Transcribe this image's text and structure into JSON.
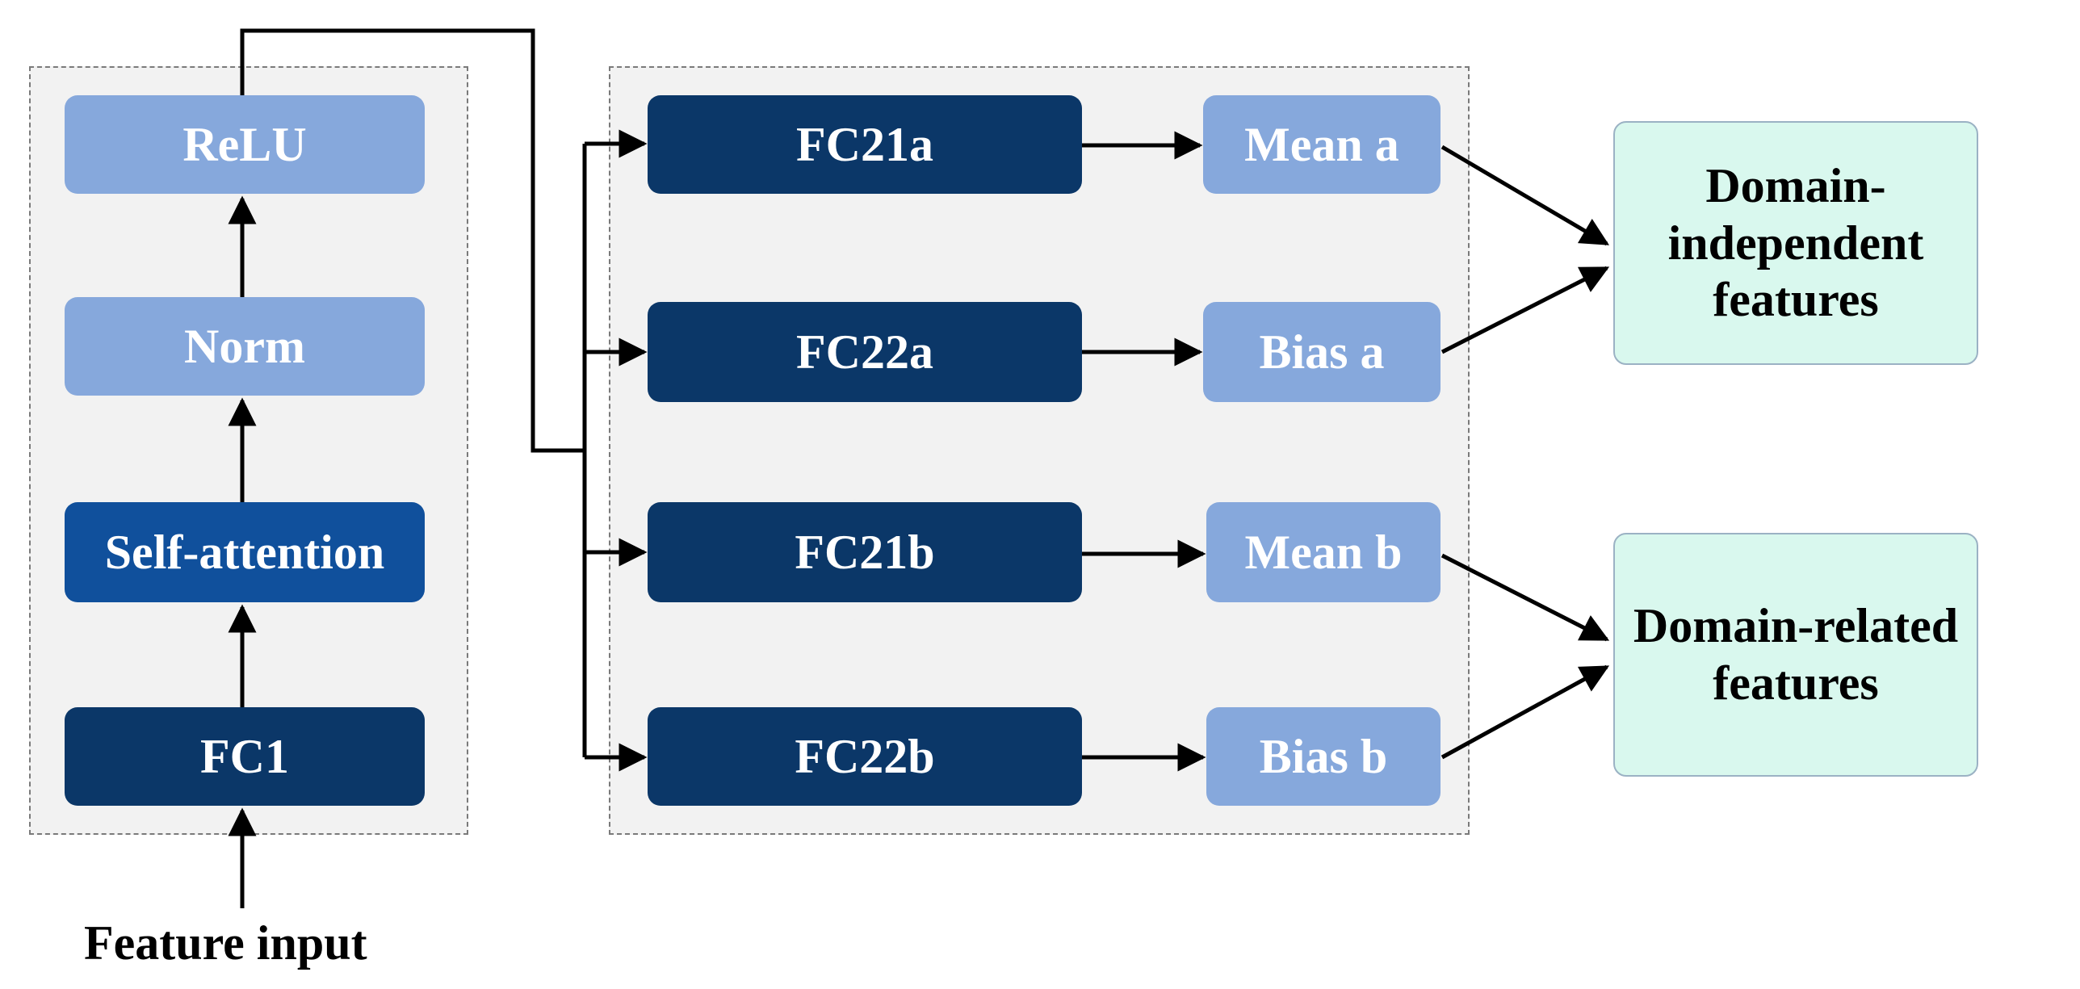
{
  "encoder": {
    "relu": "ReLU",
    "norm": "Norm",
    "self_attention": "Self-attention",
    "fc1": "FC1"
  },
  "heads": {
    "fc21a": "FC21a",
    "fc22a": "FC22a",
    "fc21b": "FC21b",
    "fc22b": "FC22b"
  },
  "params": {
    "mean_a": "Mean a",
    "bias_a": "Bias a",
    "mean_b": "Mean b",
    "bias_b": "Bias b"
  },
  "outputs": {
    "independent_line1": "Domain-",
    "independent_line2": "independent",
    "independent_line3": "features",
    "related_line1": "Domain-related",
    "related_line2": "features"
  },
  "input_label": "Feature input"
}
